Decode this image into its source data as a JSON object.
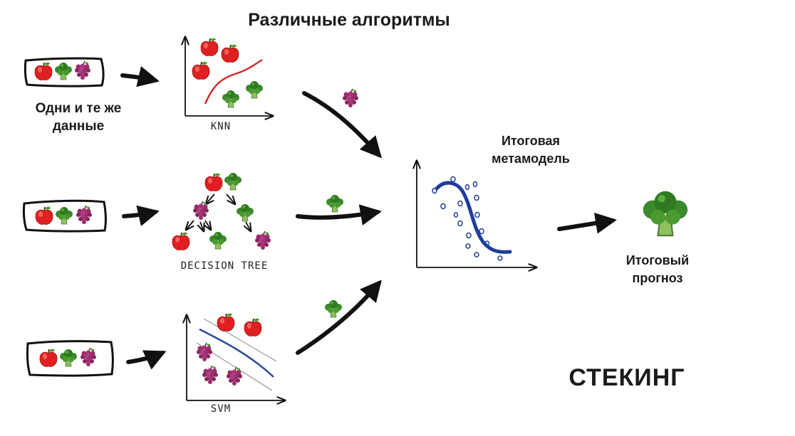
{
  "title": "Различные алгоритмы",
  "input_label": "Одни и те же данные",
  "models": [
    {
      "name": "KNN",
      "prediction": "grape-icon"
    },
    {
      "name": "DECISION TREE",
      "prediction": "broccoli-icon"
    },
    {
      "name": "SVM",
      "prediction": "broccoli-icon"
    }
  ],
  "meta_model_label": "Итоговая метамодель",
  "final_prediction_label": "Итоговый прогноз",
  "final_prediction": "broccoli-icon",
  "method_label": "СТЕКИНГ",
  "colors": {
    "apple": "#e02020",
    "broccoli": "#3a8a2a",
    "grape": "#9b2d6b",
    "curve_knn": "#d42a2a",
    "meta_curve": "#1f3d9a",
    "svm_line": "#2b4a9a",
    "ink": "#111111"
  }
}
